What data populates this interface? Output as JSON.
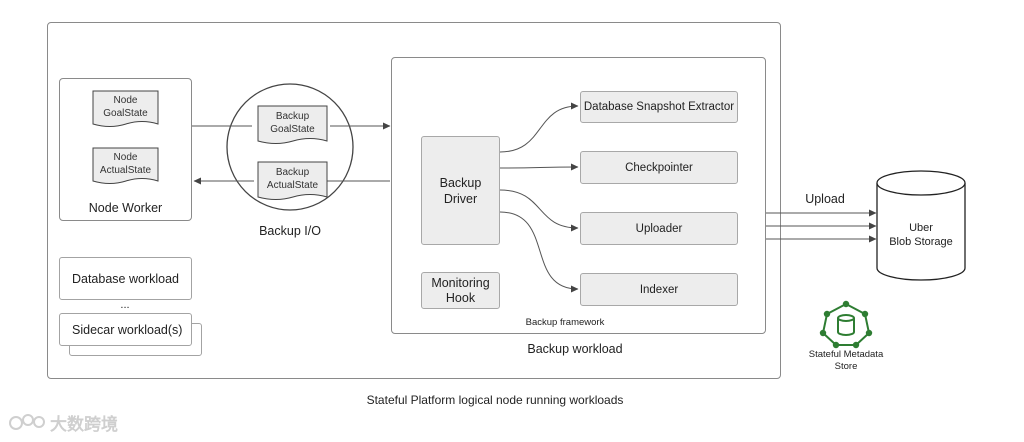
{
  "node_worker": {
    "goal_doc": [
      "Node",
      "GoalState"
    ],
    "actual_doc": [
      "Node",
      "ActualState"
    ],
    "label": "Node Worker"
  },
  "workloads": {
    "database": "Database workload",
    "ellipsis": "...",
    "sidecar": "Sidecar workload(s)"
  },
  "backup_io": {
    "goal_doc": [
      "Backup",
      "GoalState"
    ],
    "actual_doc": [
      "Backup",
      "ActualState"
    ],
    "label": "Backup I/O"
  },
  "backup_framework": {
    "driver": [
      "Backup",
      "Driver"
    ],
    "monitoring": [
      "Monitoring",
      "Hook"
    ],
    "components": [
      "Database Snapshot Extractor",
      "Checkpointer",
      "Uploader",
      "Indexer"
    ],
    "label": "Backup framework"
  },
  "backup_workload_label": "Backup workload",
  "platform_label": "Stateful Platform logical node running workloads",
  "storage": {
    "upload_label": "Upload",
    "name": [
      "Uber",
      "Blob Storage"
    ]
  },
  "metadata_store": {
    "label": [
      "Stateful Metadata",
      "Store"
    ],
    "color": "#2e7d32"
  },
  "watermark": "大数跨境"
}
